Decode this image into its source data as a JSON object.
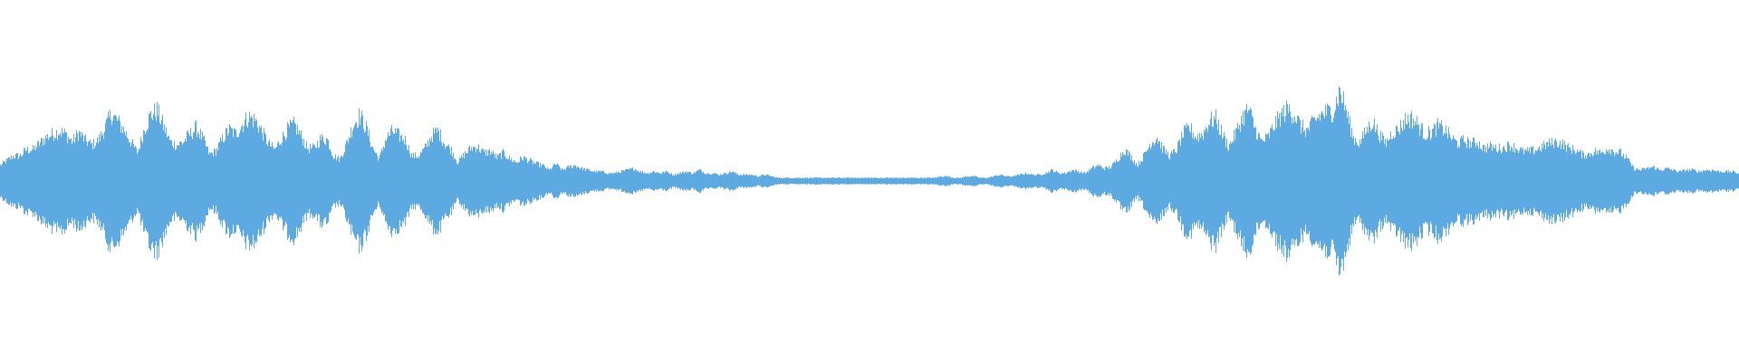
{
  "waveform": {
    "color": "#5DA9E1",
    "background": "#FFFFFF",
    "amplitudes": [
      0.1,
      0.13,
      0.16,
      0.16,
      0.2,
      0.2,
      0.24,
      0.28,
      0.3,
      0.32,
      0.3,
      0.25,
      0.31,
      0.26,
      0.23,
      0.26,
      0.34,
      0.43,
      0.38,
      0.32,
      0.25,
      0.18,
      0.33,
      0.42,
      0.45,
      0.35,
      0.25,
      0.23,
      0.25,
      0.3,
      0.34,
      0.27,
      0.17,
      0.19,
      0.27,
      0.33,
      0.3,
      0.36,
      0.41,
      0.39,
      0.32,
      0.24,
      0.2,
      0.27,
      0.33,
      0.36,
      0.29,
      0.21,
      0.21,
      0.27,
      0.27,
      0.16,
      0.14,
      0.24,
      0.36,
      0.42,
      0.34,
      0.21,
      0.14,
      0.27,
      0.32,
      0.29,
      0.26,
      0.16,
      0.16,
      0.21,
      0.29,
      0.32,
      0.24,
      0.2,
      0.12,
      0.17,
      0.21,
      0.22,
      0.18,
      0.19,
      0.15,
      0.18,
      0.14,
      0.12,
      0.15,
      0.13,
      0.11,
      0.1,
      0.07,
      0.11,
      0.07,
      0.09,
      0.1,
      0.08,
      0.07,
      0.06,
      0.06,
      0.05,
      0.05,
      0.06,
      0.07,
      0.08,
      0.06,
      0.05,
      0.06,
      0.05,
      0.06,
      0.04,
      0.05,
      0.06,
      0.05,
      0.07,
      0.05,
      0.05,
      0.04,
      0.05,
      0.06,
      0.04,
      0.04,
      0.04,
      0.03,
      0.04,
      0.03,
      0.02,
      0.02,
      0.02,
      0.02,
      0.02,
      0.02,
      0.02,
      0.02,
      0.02,
      0.02,
      0.02,
      0.02,
      0.02,
      0.02,
      0.02,
      0.02,
      0.02,
      0.02,
      0.02,
      0.02,
      0.02,
      0.02,
      0.02,
      0.02,
      0.02,
      0.03,
      0.03,
      0.02,
      0.02,
      0.03,
      0.03,
      0.02,
      0.02,
      0.03,
      0.04,
      0.03,
      0.03,
      0.04,
      0.05,
      0.04,
      0.04,
      0.05,
      0.07,
      0.05,
      0.05,
      0.07,
      0.06,
      0.05,
      0.08,
      0.1,
      0.08,
      0.09,
      0.14,
      0.2,
      0.16,
      0.1,
      0.16,
      0.24,
      0.28,
      0.2,
      0.16,
      0.2,
      0.3,
      0.34,
      0.28,
      0.3,
      0.38,
      0.4,
      0.3,
      0.22,
      0.3,
      0.4,
      0.46,
      0.34,
      0.25,
      0.28,
      0.36,
      0.42,
      0.46,
      0.43,
      0.35,
      0.32,
      0.38,
      0.42,
      0.44,
      0.45,
      0.58,
      0.45,
      0.28,
      0.24,
      0.32,
      0.38,
      0.3,
      0.24,
      0.31,
      0.33,
      0.39,
      0.4,
      0.36,
      0.3,
      0.31,
      0.35,
      0.33,
      0.28,
      0.24,
      0.26,
      0.24,
      0.25,
      0.21,
      0.22,
      0.21,
      0.21,
      0.23,
      0.21,
      0.19,
      0.19,
      0.2,
      0.22,
      0.24,
      0.25,
      0.24,
      0.21,
      0.2,
      0.17,
      0.17,
      0.19,
      0.18,
      0.21,
      0.19,
      0.18,
      0.14,
      0.08,
      0.07,
      0.08,
      0.09,
      0.07,
      0.08,
      0.07,
      0.06,
      0.07,
      0.07,
      0.06,
      0.07,
      0.07,
      0.06,
      0.06,
      0.06,
      0.05
    ]
  }
}
